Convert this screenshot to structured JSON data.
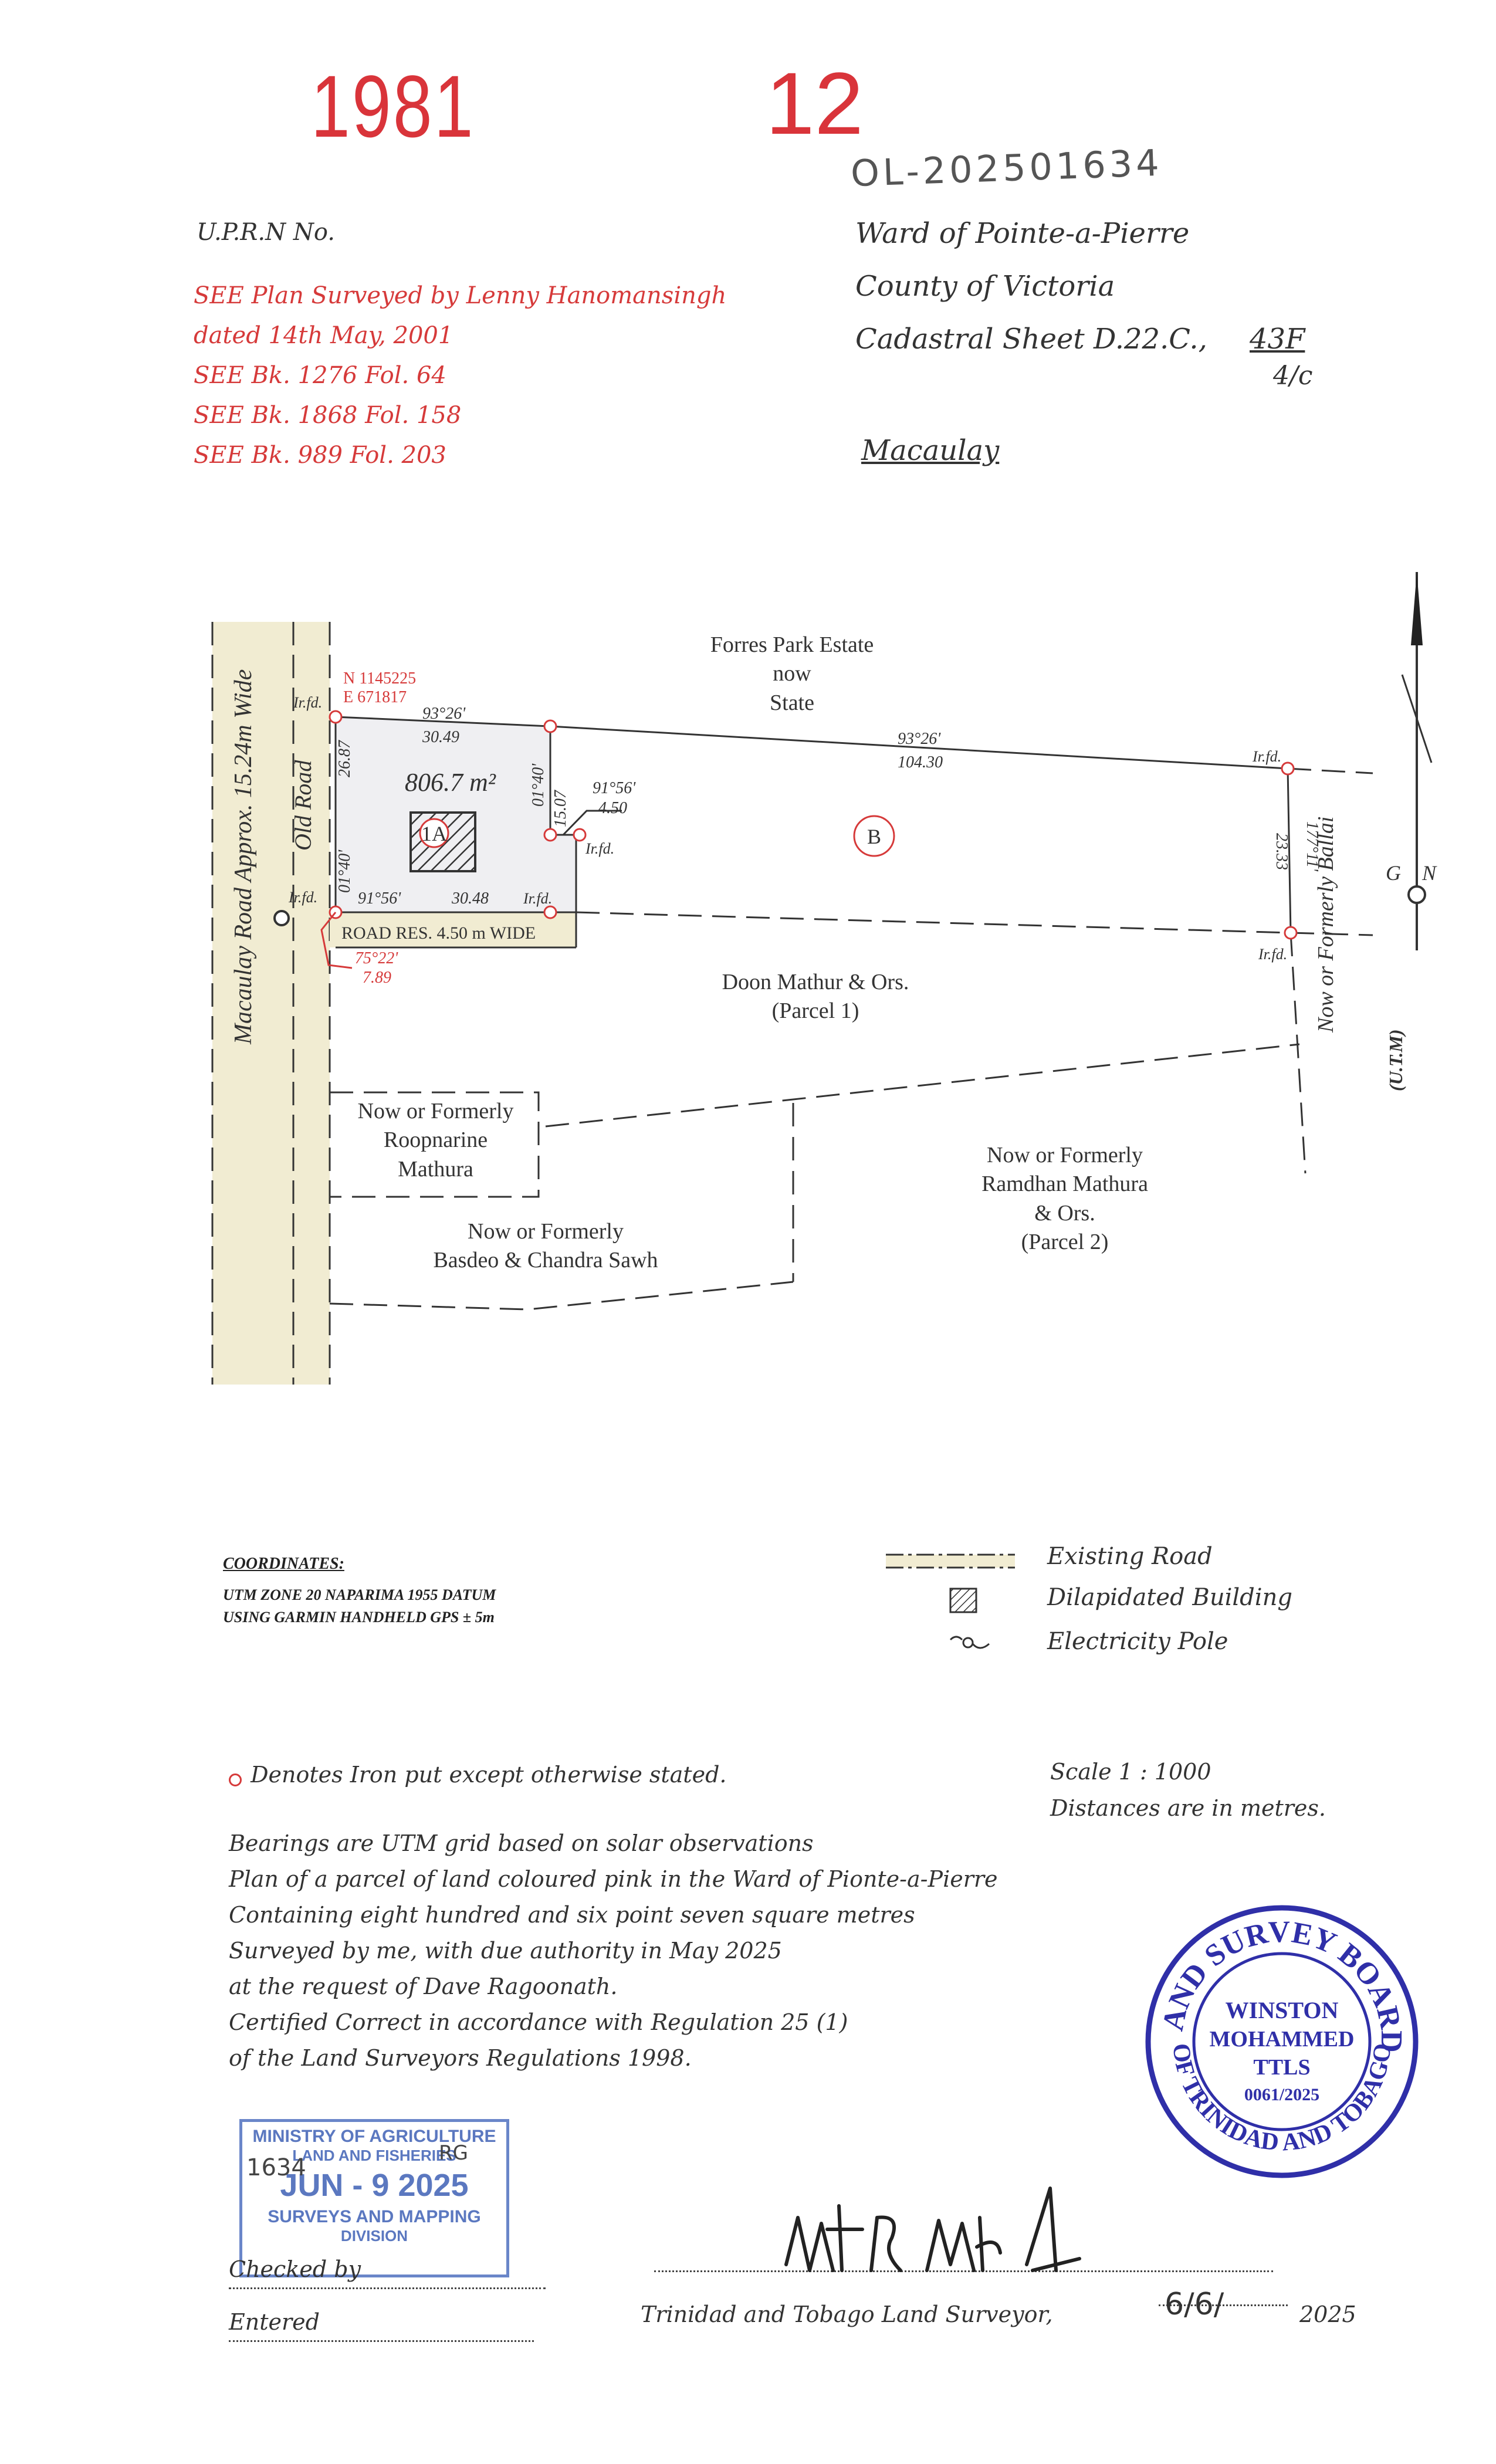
{
  "header": {
    "left_number": "1981",
    "center_number": "12",
    "handwritten_ref": "OL-202501634",
    "uprn_label": "U.P.R.N No."
  },
  "references": [
    "SEE Plan Surveyed by Lenny Hanomansingh",
    "dated 14th May, 2001",
    "SEE Bk. 1276 Fol. 64",
    "SEE Bk. 1868 Fol. 158",
    "SEE Bk. 989 Fol. 203"
  ],
  "location": {
    "ward": "Ward of Pointe-a-Pierre",
    "county": "County of Victoria",
    "cadastral": "Cadastral Sheet D.22.C.,",
    "sheet_top": "43F",
    "sheet_bottom": "4/c",
    "area_name": "Macaulay"
  },
  "plan": {
    "forres": [
      "Forres Park Estate",
      "now",
      "State"
    ],
    "macaulay_road": "Macaulay Road Approx. 15.24m Wide",
    "old_road": "Old Road",
    "north_coord": "N 1145225",
    "east_coord": "E 671817",
    "area": "806.7 m²",
    "parcel_1a": "1A",
    "parcel_b": "B",
    "road_reserve": "ROAD   RES. 4.50 m WIDE",
    "iron_fd": "Ir.fd.",
    "dims": {
      "top_bearing": "93°26'",
      "top_dist": "30.49",
      "long_bearing": "93°26'",
      "long_dist": "104.30",
      "left_dist": "26.87",
      "left_bearing": "01°40'",
      "right_bearing": "01°40'",
      "right_dist": "15.07",
      "step_bearing": "91°56'",
      "step_dist": "4.50",
      "bottom_bearing": "91°56'",
      "bottom_dist": "30.48",
      "east_bearing": "177°11'",
      "east_dist": "23.33",
      "tie_bearing": "75°22'",
      "tie_dist": "7.89"
    },
    "neighbours": {
      "doon": [
        "Doon Mathur & Ors.",
        "(Parcel 1)"
      ],
      "roopnarine": [
        "Now or Formerly",
        "Roopnarine",
        "Mathura"
      ],
      "basdeo": [
        "Now or Formerly",
        "Basdeo & Chandra Sawh"
      ],
      "ramdhan": [
        "Now or Formerly",
        "Ramdhan Mathura",
        "& Ors.",
        "(Parcel 2)"
      ],
      "ballai": "Now or Formerly Ballai"
    },
    "north": {
      "g": "G",
      "n": "N",
      "utm": "(U.T.M)"
    }
  },
  "coordinates": {
    "title": "COORDINATES:",
    "line1": "UTM ZONE 20 NAPARIMA 1955 DATUM",
    "line2": "USING GARMIN HANDHELD GPS ± 5m"
  },
  "legend": {
    "road": "Existing Road",
    "building": "Dilapidated Building",
    "pole": "Electricity Pole"
  },
  "notes": {
    "iron": "Denotes Iron put except otherwise stated.",
    "scale": "Scale 1 : 1000",
    "distances": "Distances are in metres."
  },
  "certification": [
    "Bearings are UTM grid based on solar observations",
    "Plan of a parcel of land coloured pink in the Ward of Pionte-a-Pierre",
    "Containing eight hundred and six point seven square metres",
    "Surveyed by me, with due authority in May 2025",
    "at the request of Dave Ragoonath.",
    "Certified Correct in accordance with Regulation 25 (1)",
    "of the Land Surveyors Regulations 1998."
  ],
  "stamp_ministry": {
    "line1": "MINISTRY OF AGRICULTURE",
    "line2": "LAND AND FISHERIES",
    "date": "JUN - 9 2025",
    "line4": "SURVEYS AND MAPPING",
    "line5": "DIVISION",
    "handwritten": "1634",
    "initials": "RG"
  },
  "seal": {
    "ring_top": "LAND SURVEY BOARD",
    "ring_bottom": "OF TRINIDAD AND TOBAGO",
    "name1": "WINSTON",
    "name2": "MOHAMMED",
    "title": "TTLS",
    "number": "0061/2025"
  },
  "footer": {
    "checked": "Checked by",
    "entered": "Entered",
    "surveyor": "Trinidad and Tobago Land Surveyor,",
    "date_hand": "6/6/",
    "year": "2025"
  }
}
